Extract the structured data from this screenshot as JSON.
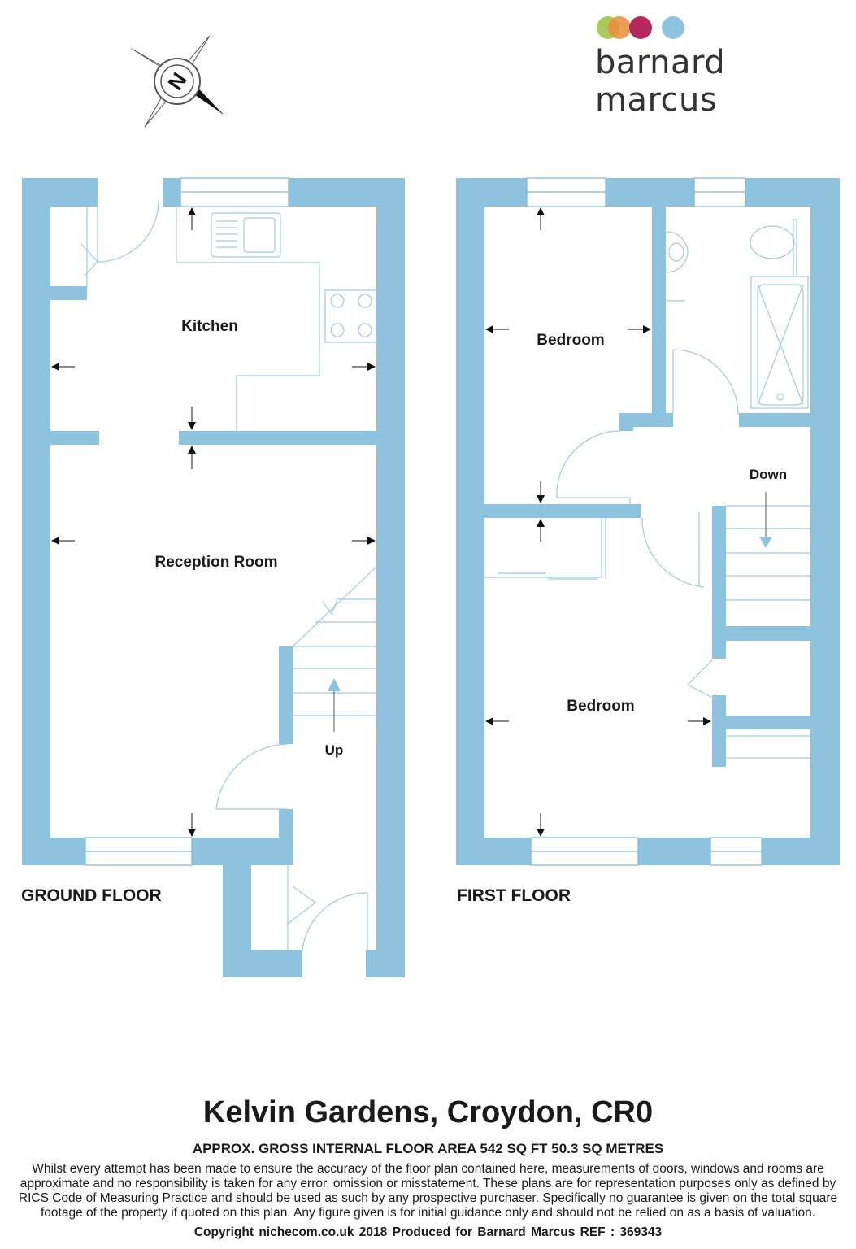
{
  "brand": {
    "name": "barnard marcus",
    "dot_colors": [
      "#a3c44a",
      "#e88d3a",
      "#b4285e",
      "#8ec3df"
    ]
  },
  "compass": {
    "letter": "N",
    "icon": "compass-rose-icon"
  },
  "floors": {
    "ground": {
      "label": "GROUND FLOOR",
      "rooms": {
        "kitchen": "Kitchen",
        "reception": "Reception Room"
      },
      "stairs_label": "Up"
    },
    "first": {
      "label": "FIRST FLOOR",
      "rooms": {
        "bedroom_1": "Bedroom",
        "bedroom_2": "Bedroom"
      },
      "stairs_label": "Down"
    }
  },
  "footer": {
    "title": "Kelvin Gardens, Croydon, CR0",
    "area": "APPROX. GROSS INTERNAL FLOOR AREA 542 SQ FT 50.3 SQ METRES",
    "disclaimer": "Whilst every attempt has been made to ensure the accuracy of the floor plan contained here, measurements of doors, windows and rooms are approximate and no responsibility is taken for any error, omission or misstatement. These plans are for representation purposes only as defined by RICS Code of Measuring Practice and should be used as such by any prospective purchaser.  Specifically no guarantee is given on the total square footage of the property if quoted on this plan. Any figure given is for initial guidance only and should not be relied on as a basis of valuation.",
    "copyright": "Copyright nichecom.co.uk 2018   Produced for Barnard Marcus   REF : 369343"
  },
  "colors": {
    "wall": "#8ec3df",
    "fixture_line": "#9ccbe3",
    "text": "#1a1a1a"
  }
}
